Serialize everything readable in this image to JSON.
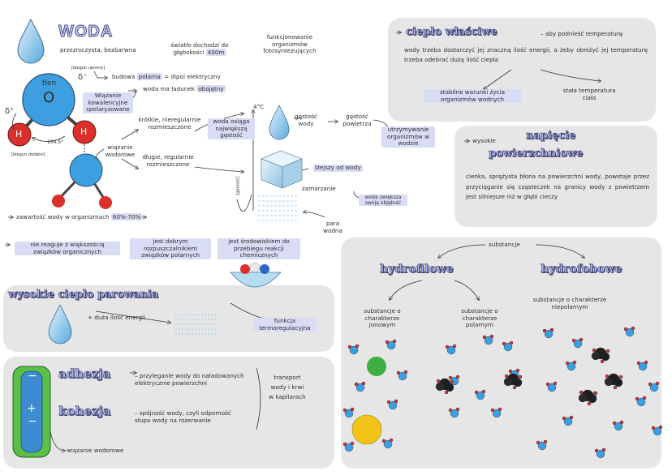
{
  "woda": {
    "title": "WODA",
    "desc": "przezroczysta, bezbarwna",
    "light": "światło dochodzi do głębokości",
    "light_depth": "400m",
    "light_target": "funkcjonowanie organizmów fotosyntezujących",
    "neg_pole_label": "[biegun ujemny]",
    "pos_pole_label": "[biegun dodatni]",
    "delta_minus": "δ⁻",
    "delta_plus": "δ⁺",
    "polar_build": "budowa",
    "polar_word": "polarna",
    "dipole": "= dipol elektryczny",
    "charge_prefix": "woda ma ładunek",
    "charge_value": "obojętny",
    "oxygen_label": "tlen",
    "oxygen_symbol": "O",
    "hydrogen_symbol": "H",
    "covalent": "Wiązanie kowalencyjne spolaryzowane",
    "angle": "104,5°",
    "hydrogen_bond": "wiązanie wodorowe",
    "short_bonds": "krótkie, nieregularnie rozmieszczone",
    "long_bonds": "długie, regularnie rozmieszczone",
    "max_density": "woda osiąga największą gęstość",
    "max_temp": "4°C",
    "axis_label": "[gęstość]",
    "water_density": "gęstość wody",
    "air_density": "gęstość powietrza",
    "life_support": "utrzymywanie organizmów w wodzie",
    "ice_lighter": "lżejszy od wody",
    "freezing": "zamarzanie",
    "volume_increase": "woda zwiększa swoją objętość",
    "vapor": "para wodna",
    "content": "zawartość wody w organizmach",
    "content_value": "60%-70%",
    "no_reaction": "nie reaguje z większością związków organicznych",
    "solvent": "jest dobrym rozpuszczalnikiem związków polarnych",
    "medium": "jest środowiskiem do przebiegu reakcji chemicznych"
  },
  "evaporation": {
    "title": "wysokie ciepło parowania",
    "energy": "+ duża ilość energii",
    "function": "funkcja termoregulacyjna"
  },
  "adhesion": {
    "title": "adhezja",
    "desc": "– przyleganie wody do naładowanych elektrycznie powierzchni",
    "cohesion_title": "kohezja",
    "cohesion_desc": "– spójność wody, czyli odporność słupa wody na rozerwanie",
    "transport": "transport wody i krwi w kapilarach",
    "hbond": "wiązanie wodorowe",
    "minus": "−",
    "plus": "+"
  },
  "heat": {
    "title": "ciepło właściwe",
    "intro": "– aby podnieść temperaturę",
    "body": "wody trzeba dostarczyć jej znaczną ilość energii, a żeby obniżyć jej temperaturę trzeba odebrać dużą ilość ciepła",
    "stable": "stabilne warunki życia organizmów wodnych",
    "constant": "stała temperatura ciała"
  },
  "tension": {
    "high": "wysokie",
    "title_1": "napięcie",
    "title_2": "powierzchniowe",
    "body": "cienka, sprężysta błona na powierzchni wody, powstaje przez przyciąganie się cząsteczek na granicy wody z powietrzem jest silniejsze niż w głębi cieczy"
  },
  "substances": {
    "label": "substancje",
    "hydrophilic": "hydrofilowe",
    "hydrophobic": "hydrofobowe",
    "ionic": "substancje o charakterze jonowym",
    "polar": "substancje o charakterze polarnym",
    "nonpolar": "substancje o charakterze niepolarnym"
  },
  "colors": {
    "water_blue": "#3a9ee0",
    "hydrogen_red": "#d9302c",
    "ion_green": "#3cb043",
    "ion_yellow": "#f2c318",
    "highlight": "#d9dcf5",
    "panel": "#e6e6e6"
  }
}
